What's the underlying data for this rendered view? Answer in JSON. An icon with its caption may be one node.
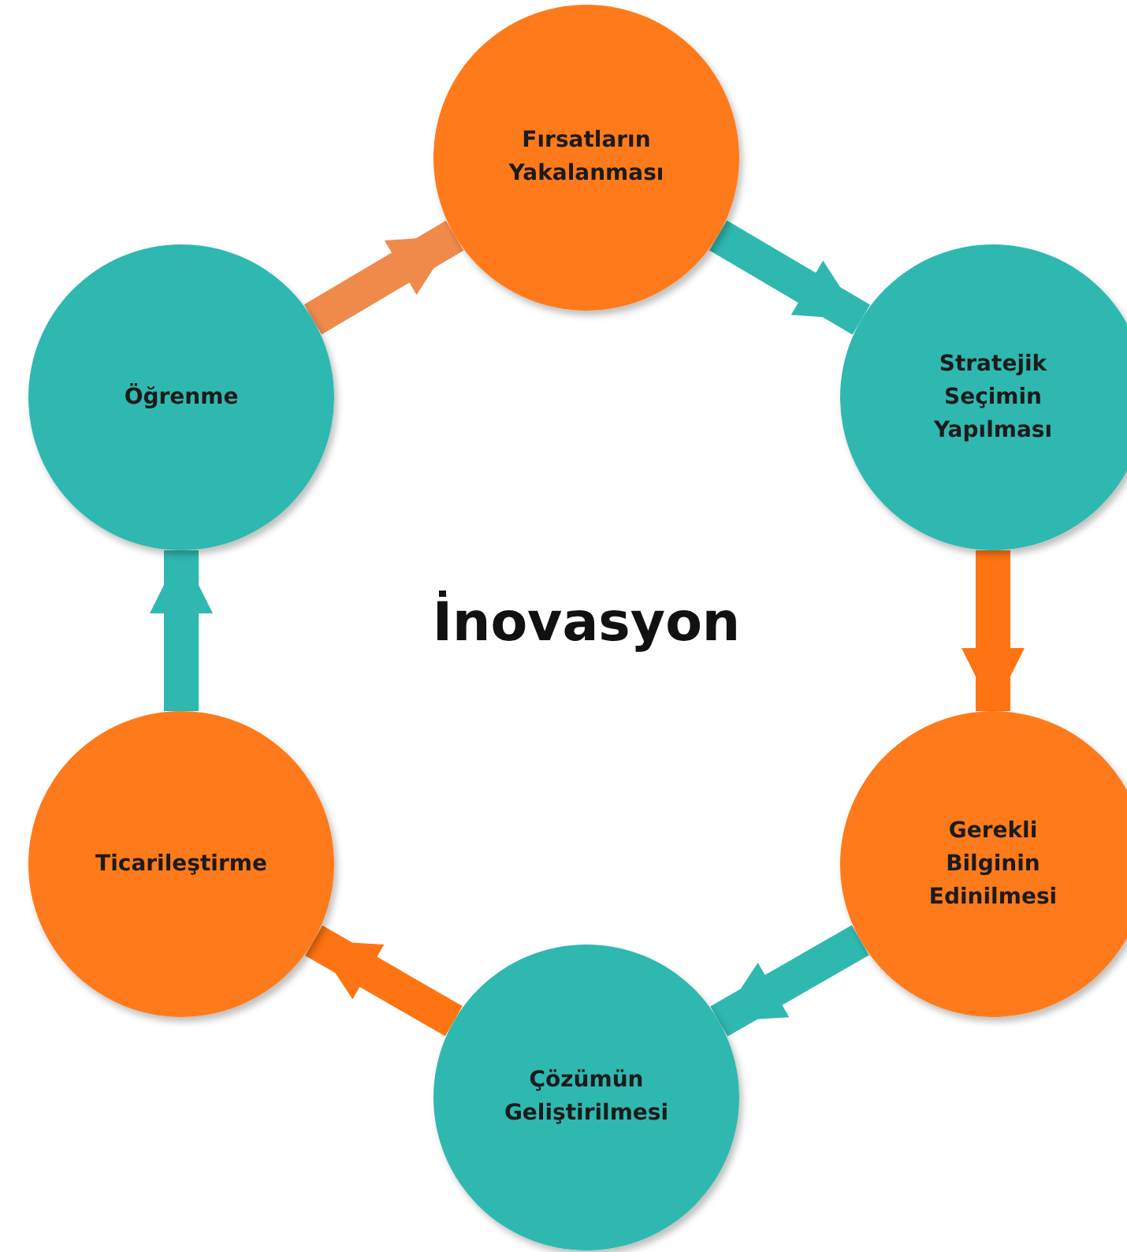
{
  "diagram": {
    "title": "İnovasyon",
    "nodes": [
      {
        "text": [
          "Fırsatların Yakalanması"
        ]
      },
      {
        "text": [
          "Stratejik Seçimin Yapılması"
        ]
      },
      {
        "text": [
          "Gerekli Bilginin Edinilmesi"
        ]
      },
      {
        "text": [
          "Çözümün Geliştirilmesi"
        ]
      },
      {
        "text": [
          "Ticarileştirme"
        ]
      },
      {
        "text": [
          "Öğrenme"
        ]
      }
    ],
    "edges": [
      {
        "from": 5,
        "to": 0,
        "arrow": "to",
        "color": "#f08a4b"
      },
      {
        "from": 0,
        "to": 1,
        "arrow": "to",
        "color": "#2fb8b0"
      },
      {
        "from": 1,
        "to": 2,
        "arrow": "to",
        "color": "#ff7412"
      },
      {
        "from": 2,
        "to": 3,
        "arrow": "to",
        "color": "#2fb8b0"
      },
      {
        "from": 3,
        "to": 4,
        "arrow": "to",
        "color": "#ff7412"
      },
      {
        "from": 4,
        "to": 5,
        "arrow": "to",
        "color": "#2fb8b0"
      }
    ]
  }
}
